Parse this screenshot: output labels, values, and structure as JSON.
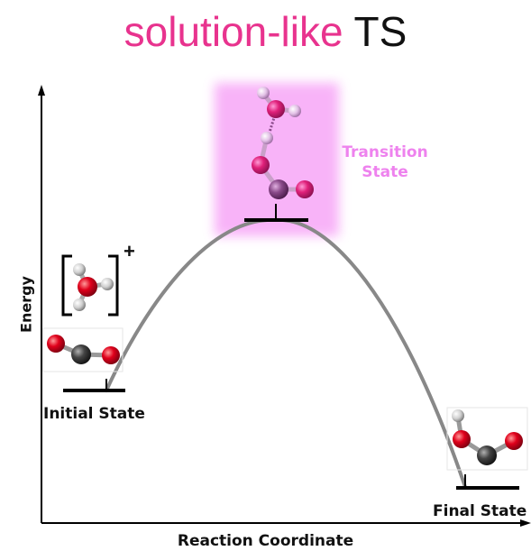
{
  "title": {
    "accent": "solution-like",
    "plain": "TS"
  },
  "axes": {
    "x_label": "Reaction Coordinate",
    "y_label": "Energy"
  },
  "states": {
    "initial": "Initial State",
    "transition_line1": "Transition",
    "transition_line2": "State",
    "final": "Final State"
  },
  "charge": "+",
  "colors": {
    "accent": "#e8338e",
    "ts_glow": "#f7a6f7",
    "ts_label": "#ee82ee",
    "curve": "#888888",
    "oxygen": "#e0001b",
    "carbon": "#444444",
    "hydrogen": "#d9d9d9"
  }
}
